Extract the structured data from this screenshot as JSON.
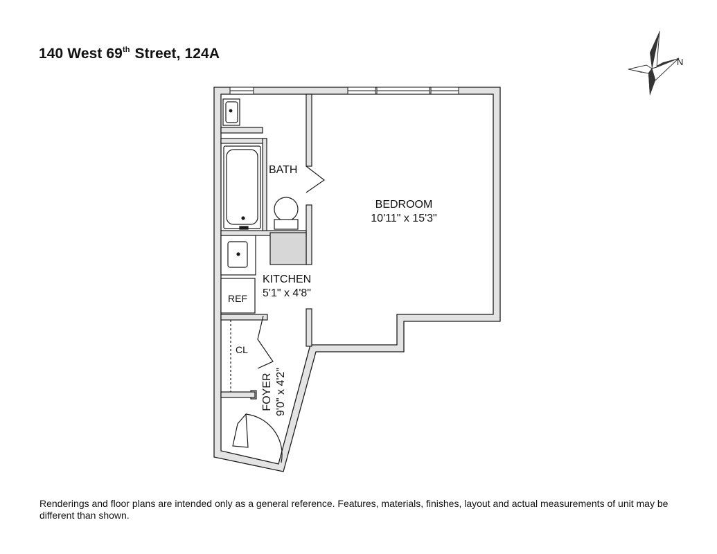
{
  "header": {
    "address_prefix": "140 West 69",
    "address_superscript": "th",
    "address_suffix": " Street, 124A"
  },
  "compass": {
    "north_label": "N"
  },
  "rooms": {
    "bath": {
      "name": "BATH"
    },
    "bedroom": {
      "name": "BEDROOM",
      "size": "10'11\" x 15'3\""
    },
    "kitchen": {
      "name": "KITCHEN",
      "size": "5'1\" x 4'8\""
    },
    "refrigerator": {
      "name": "REF"
    },
    "closet": {
      "name": "CL"
    },
    "foyer": {
      "name": "FOYER",
      "size": "9'0\" x 4'2\""
    }
  },
  "footer": {
    "disclaimer": "Renderings and floor plans are intended only as a general reference. Features, materials, finishes, layout and actual measurements of unit may be different than shown."
  },
  "colors": {
    "wall_fill": "#e3e3e3",
    "wall_stroke": "#1a1a1a",
    "stair_fill": "#d7d7d7"
  }
}
